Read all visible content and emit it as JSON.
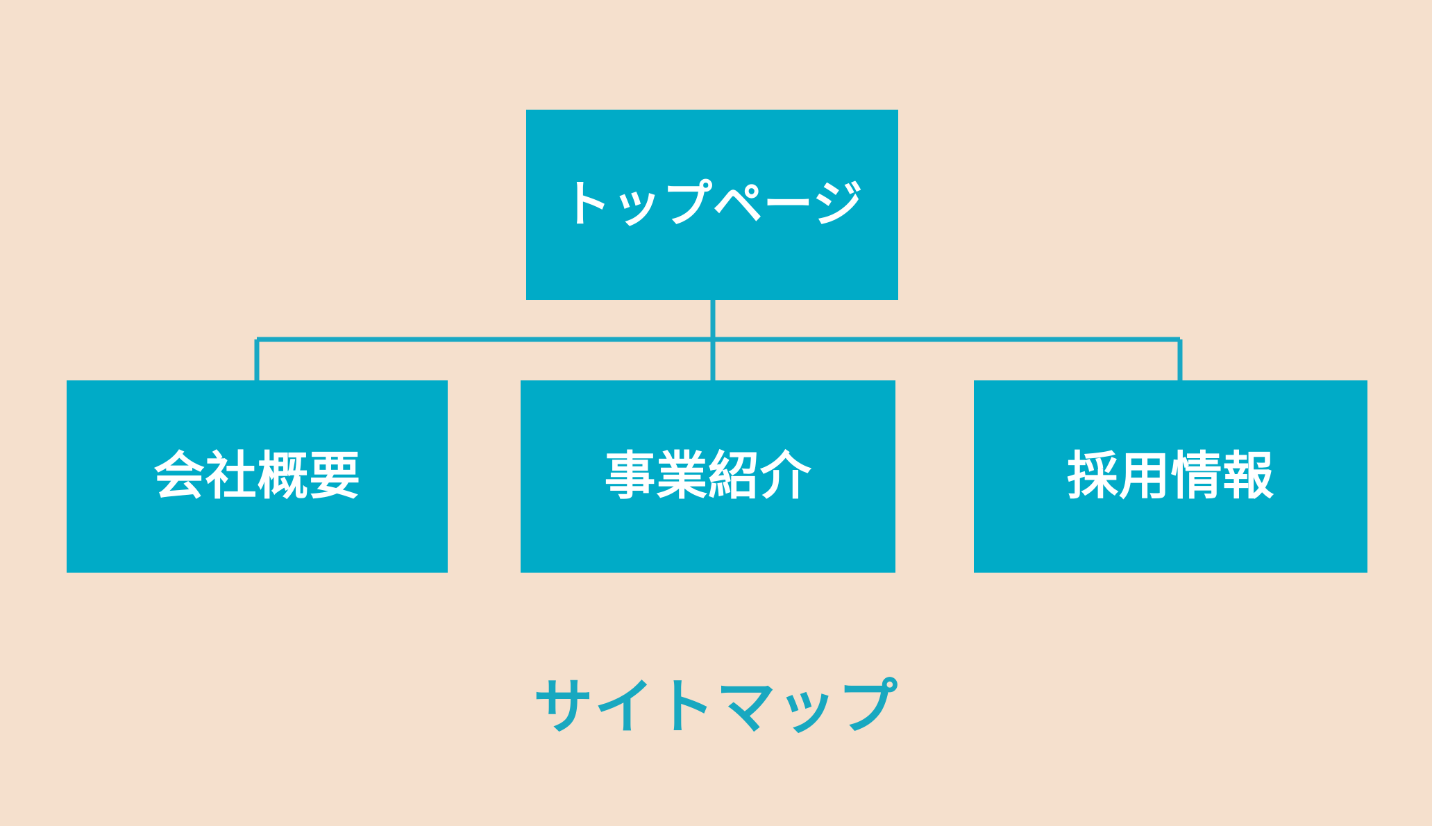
{
  "diagram": {
    "type": "site-map-tree",
    "caption": "サイトマップ",
    "background_color": "#f5e0cd",
    "node_fill_color": "#00abc7",
    "node_text_color": "#ffffff",
    "connector_color": "#17a8c4",
    "caption_color": "#18a8c0",
    "root": {
      "label": "トップページ"
    },
    "children": [
      {
        "label": "会社概要"
      },
      {
        "label": "事業紹介"
      },
      {
        "label": "採用情報"
      }
    ]
  }
}
